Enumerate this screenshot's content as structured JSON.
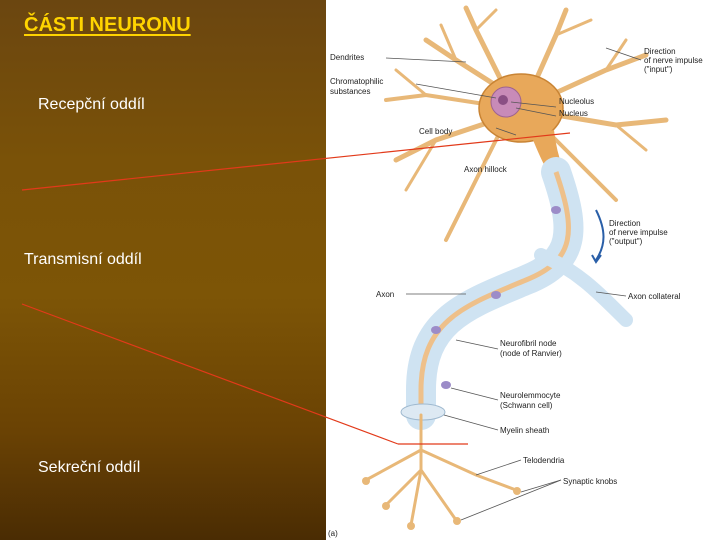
{
  "slide": {
    "title": "ČÁSTI NEURONU",
    "sections": {
      "receptive": "Recepční oddíl",
      "transmission": "Transmisní oddíl",
      "secretory": "Sekreční oddíl"
    }
  },
  "diagram": {
    "labels": {
      "dendrites": "Dendrites",
      "chromatophilic_1": "Chromatophilic",
      "chromatophilic_2": "substances",
      "cell_body": "Cell body",
      "axon_hillock": "Axon hillock",
      "axon": "Axon",
      "nucleolus": "Nucleolus",
      "nucleus": "Nucleus",
      "dir_input_1": "Direction",
      "dir_input_2": "of nerve impulse",
      "dir_input_3": "(\"input\")",
      "dir_output_1": "Direction",
      "dir_output_2": "of nerve impulse",
      "dir_output_3": "(\"output\")",
      "axon_collateral": "Axon collateral",
      "node_1": "Neurofibril node",
      "node_2": "(node of Ranvier)",
      "schwann_1": "Neurolemmocyte",
      "schwann_2": "(Schwann cell)",
      "myelin": "Myelin sheath",
      "telodendria": "Telodendria",
      "synaptic_knobs": "Synaptic knobs",
      "corner": "(a)"
    },
    "colors": {
      "cell_body": "#e8a85a",
      "nucleus": "#c88bb8",
      "dendrite": "#e8b878",
      "myelin": "#cfe3f2",
      "schwann_nucleus": "#9c8cc8",
      "axon_core": "#eec08a"
    }
  },
  "colors": {
    "title": "#ffd400",
    "label_text": "#ffffff",
    "divider_line": "#e23a1a"
  }
}
